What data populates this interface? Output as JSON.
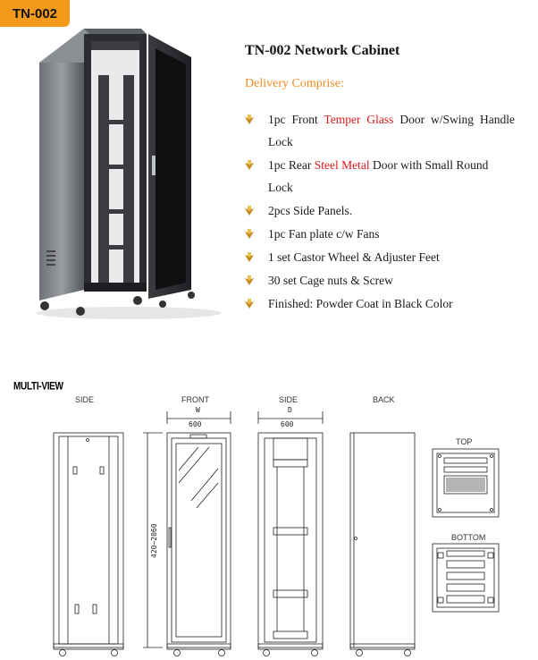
{
  "badge": "TN-002",
  "title": "TN-002 Network Cabinet",
  "delivery_heading": "Delivery Comprise:",
  "features": [
    {
      "parts": [
        {
          "text": "1pc Front ",
          "red": false
        },
        {
          "text": "Temper Glass",
          "red": true
        },
        {
          "text": " Door w/Swing Handle",
          "red": false
        }
      ],
      "cont": "Lock"
    },
    {
      "parts": [
        {
          "text": "1pc Rear ",
          "red": false
        },
        {
          "text": "Steel Metal",
          "red": true
        },
        {
          "text": " Door with Small Round Lock",
          "red": false
        }
      ]
    },
    {
      "parts": [
        {
          "text": "2pcs Side Panels.",
          "red": false
        }
      ]
    },
    {
      "parts": [
        {
          "text": "1pc Fan plate c/w Fans",
          "red": false
        }
      ]
    },
    {
      "parts": [
        {
          "text": "1 set Castor Wheel & Adjuster Feet",
          "red": false
        }
      ]
    },
    {
      "parts": [
        {
          "text": "30 set Cage nuts & Screw",
          "red": false
        }
      ]
    },
    {
      "parts": [
        {
          "text": "Finished: Powder Coat in Black Color",
          "red": false
        }
      ]
    }
  ],
  "multi_view_label": "MULTI-VIEW",
  "views": {
    "side": "SIDE",
    "front": "FRONT",
    "side2": "SIDE",
    "back": "BACK",
    "top": "TOP",
    "bottom": "BOTTOM"
  },
  "dimensions": {
    "width_letter": "W",
    "width_value": "600",
    "depth_letter": "D",
    "depth_value": "600",
    "height_value": "420~2060"
  },
  "colors": {
    "badge_bg": "#f39a1d",
    "delivery": "#f08c23",
    "highlight_red": "#e01b1b",
    "cabinet_body": "#2b2d31"
  }
}
